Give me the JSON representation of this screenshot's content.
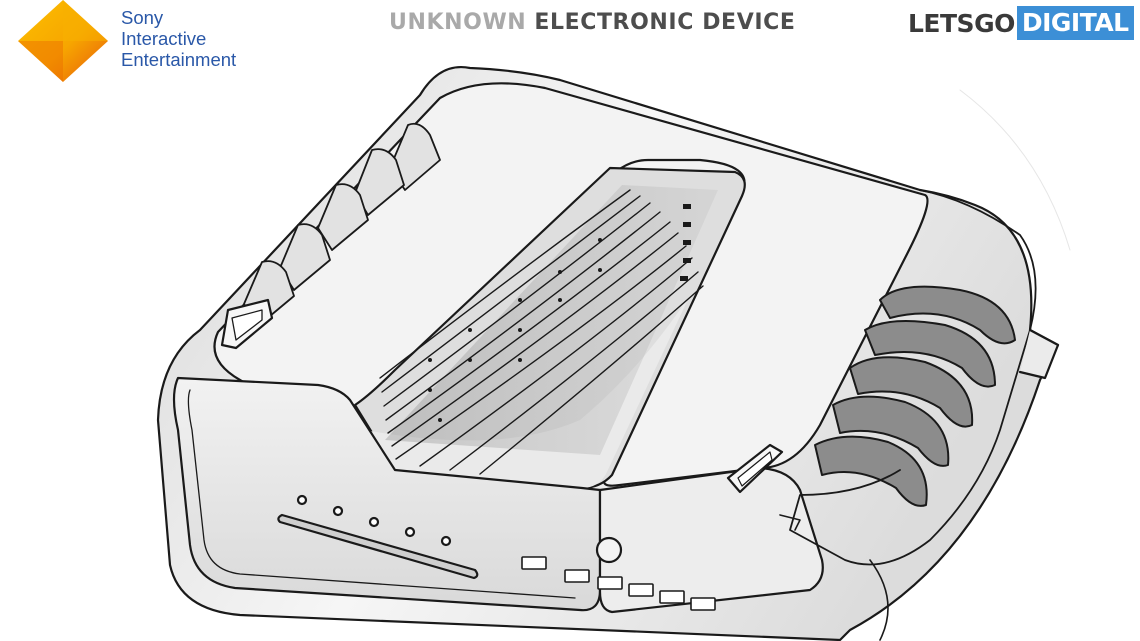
{
  "header": {
    "brand_lines": [
      "Sony",
      "Interactive",
      "Entertainment"
    ],
    "title_light": "UNKNOWN",
    "title_dark": "ELECTRONIC DEVICE",
    "site_part1": "LETSGO",
    "site_part2": "DIGITAL"
  },
  "colors": {
    "sony_orange": "#f39200",
    "sony_yellow": "#fcc000",
    "sony_blue": "#2a58a8",
    "letsgo_blue": "#3c8fd6"
  },
  "illustration": {
    "subject": "patent line drawing of a console device",
    "icon": "console-device-icon"
  }
}
